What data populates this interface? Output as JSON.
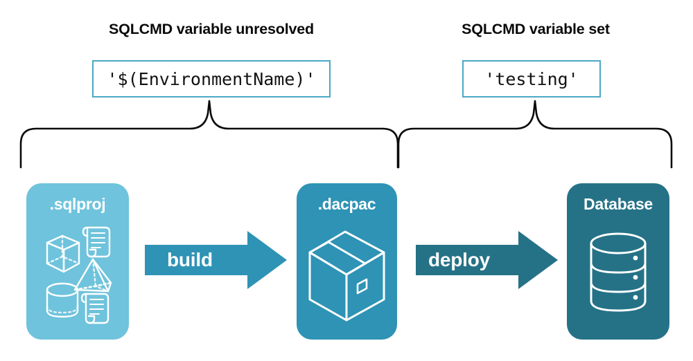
{
  "diagram": {
    "title_context": "SQLCMD variable resolution in SQL project build and deploy pipeline",
    "background_color": "#ffffff",
    "headings": {
      "left": "SQLCMD variable unresolved",
      "right": "SQLCMD variable set"
    },
    "code_values": {
      "left": "'$(EnvironmentName)'",
      "right": "'testing'"
    },
    "artifacts": [
      {
        "id": "sqlproj",
        "label": ".sqlproj",
        "color": "#6FC3DC",
        "icons": [
          "cube-icon",
          "pyramid-icon",
          "cylinder-icon",
          "scroll-icon",
          "scroll-icon"
        ]
      },
      {
        "id": "dacpac",
        "label": ".dacpac",
        "color": "#2E93B5",
        "icons": [
          "package-box-icon"
        ]
      },
      {
        "id": "database",
        "label": "Database",
        "color": "#257287",
        "icons": [
          "database-cylinder-icon"
        ]
      }
    ],
    "arrows": [
      {
        "id": "build",
        "label": "build",
        "color": "#2E93B5"
      },
      {
        "id": "deploy",
        "label": "deploy",
        "color": "#257287"
      }
    ],
    "braces": {
      "left_covers": [
        "sqlproj",
        "build",
        "dacpac"
      ],
      "right_covers": [
        "dacpac",
        "deploy",
        "database"
      ],
      "color": "#000000"
    },
    "accent_border_color": "#4BA8C4"
  }
}
